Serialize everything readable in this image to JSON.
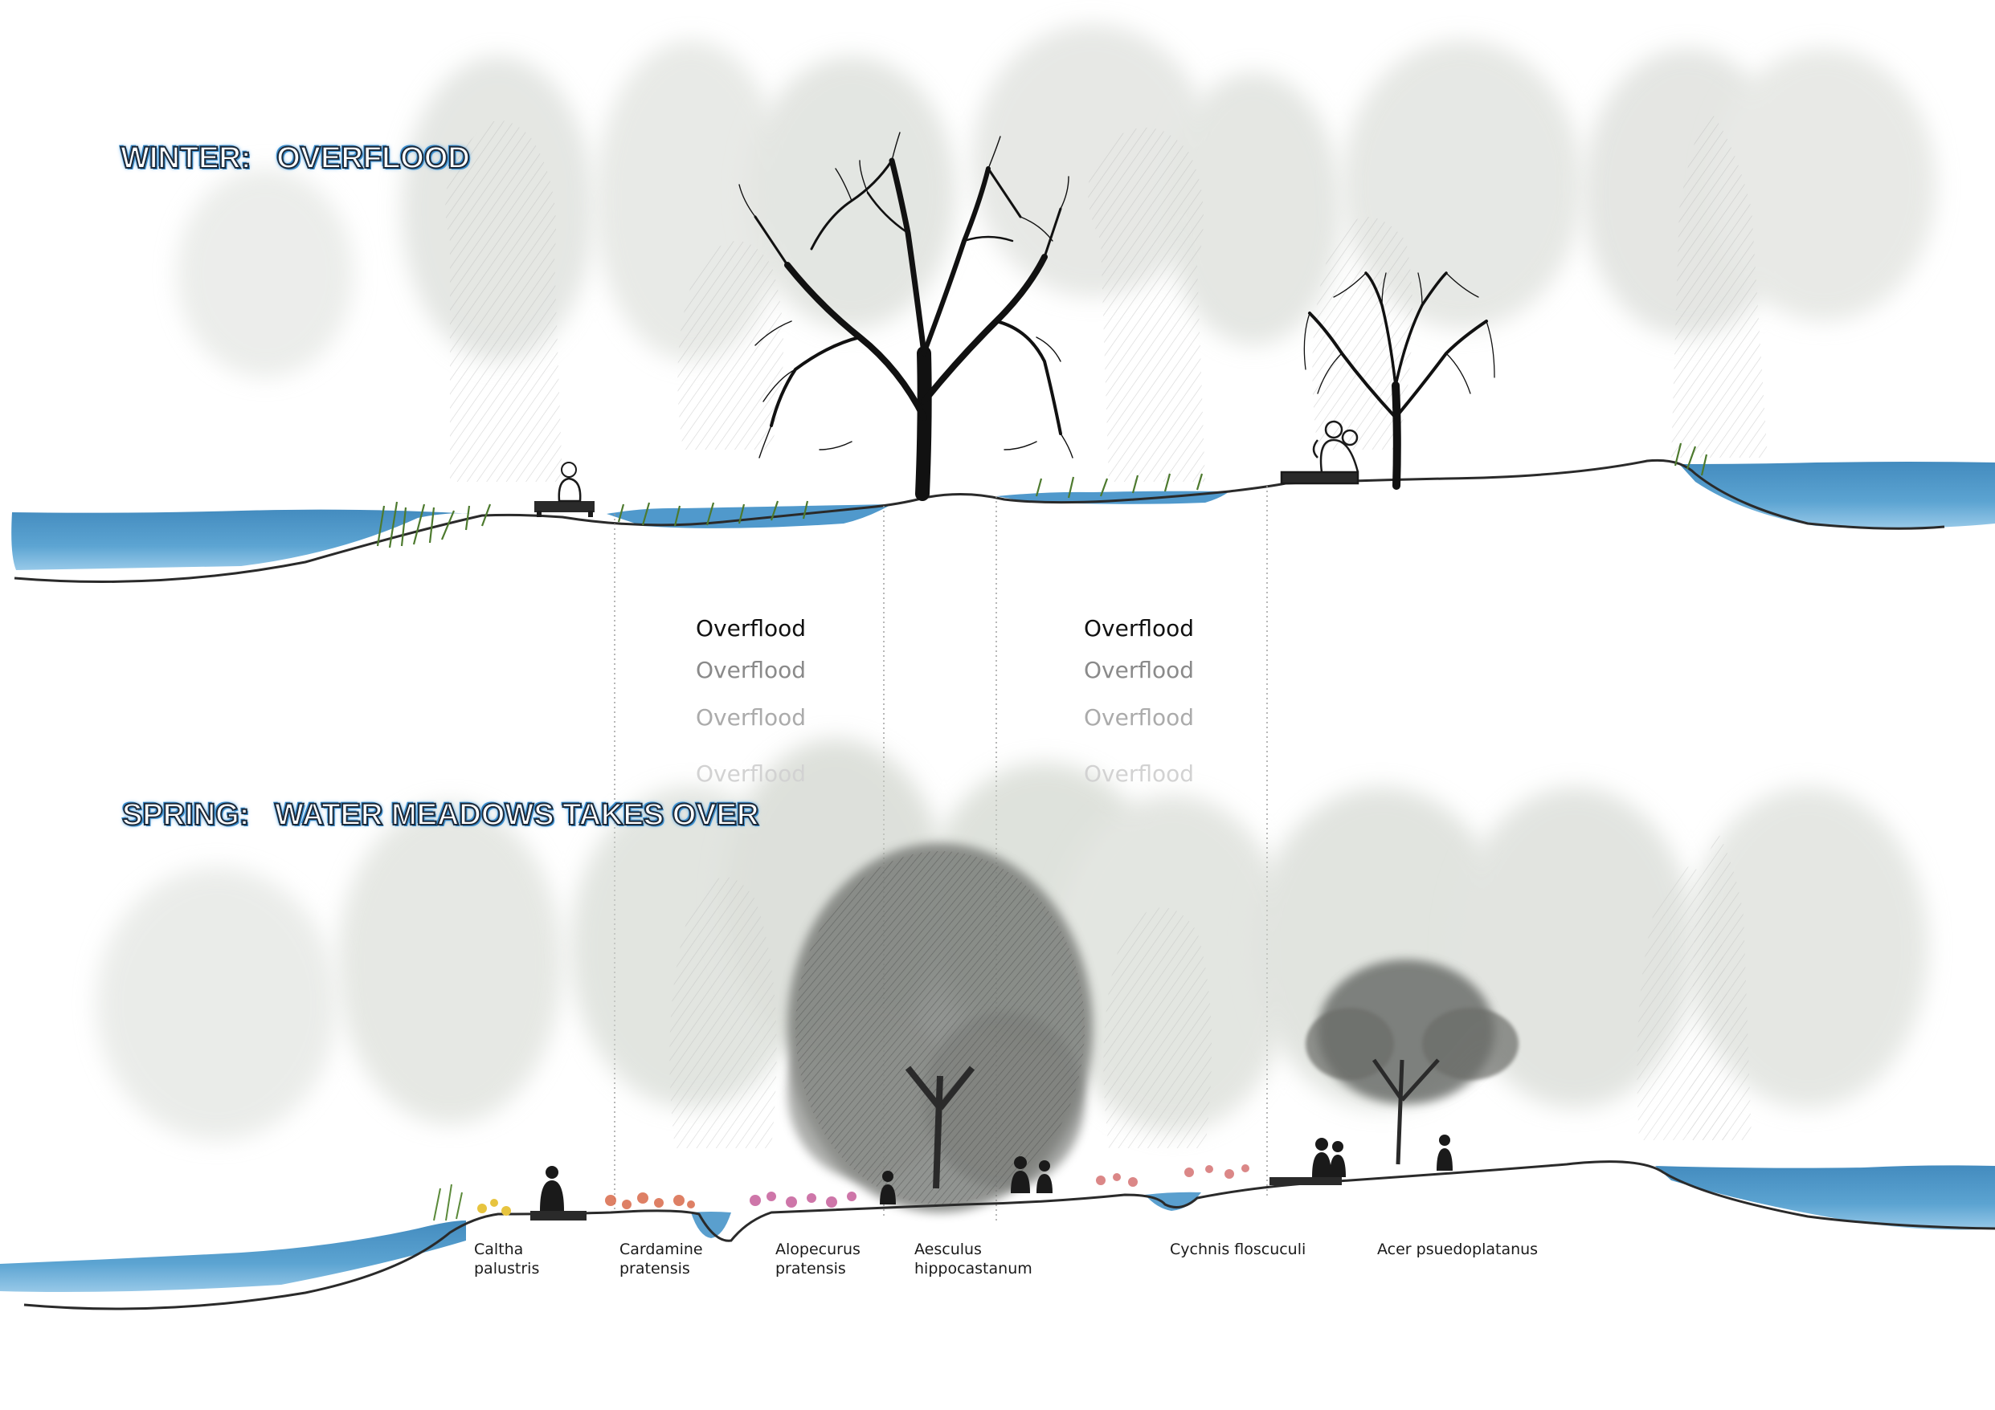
{
  "titles": {
    "winter": "WINTER:   OVERFLOOD",
    "spring": "SPRING:   WATER MEADOWS TAKES OVER"
  },
  "overflood_columns": [
    {
      "labels": [
        {
          "text": "Overflood",
          "shade": "#111111"
        },
        {
          "text": "Overflood",
          "shade": "#8a8a8a"
        },
        {
          "text": "Overflood",
          "shade": "#ababab"
        },
        {
          "text": "Overflood",
          "shade": "#d2d2d2"
        }
      ]
    },
    {
      "labels": [
        {
          "text": "Overflood",
          "shade": "#111111"
        },
        {
          "text": "Overflood",
          "shade": "#8a8a8a"
        },
        {
          "text": "Overflood",
          "shade": "#ababab"
        },
        {
          "text": "Overflood",
          "shade": "#d2d2d2"
        }
      ]
    }
  ],
  "species": [
    {
      "line1": "Caltha",
      "line2": "palustris"
    },
    {
      "line1": "Cardamine",
      "line2": "pratensis"
    },
    {
      "line1": "Alopecurus",
      "line2": "pratensis"
    },
    {
      "line1": "Aesculus",
      "line2": "hippocastanum"
    },
    {
      "line1": "Cychnis floscuculi",
      "line2": ""
    },
    {
      "line1": "Acer psuedoplatanus",
      "line2": ""
    }
  ],
  "colors": {
    "water": "#3f8fc4",
    "water_light": "#8cc3e6",
    "ground_line": "#2a2a2a",
    "divider": "#9a9a9a",
    "foliage_wash": "#c9cec6",
    "tree_ink": "#1a1a1a",
    "title_glow": "#2f86c9"
  }
}
